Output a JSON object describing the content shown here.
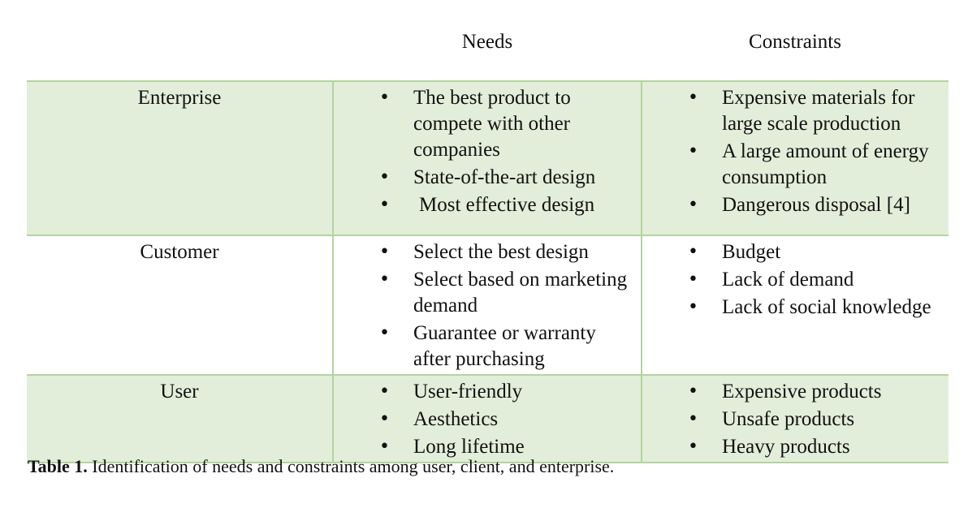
{
  "table": {
    "headers": {
      "needs": "Needs",
      "constraints": "Constraints"
    },
    "rows": [
      {
        "stakeholder": "Enterprise",
        "needs": [
          "The best product to compete with other companies",
          "State-of-the-art design",
          " Most effective design"
        ],
        "constraints": [
          "Expensive materials for large scale production",
          "A large amount of energy consumption",
          "Dangerous disposal [4]"
        ]
      },
      {
        "stakeholder": "Customer",
        "needs": [
          "Select the best design",
          "Select based on marketing demand",
          "Guarantee or warranty after purchasing"
        ],
        "constraints": [
          "Budget",
          "Lack of demand",
          "Lack of social knowledge"
        ]
      },
      {
        "stakeholder": "User",
        "needs": [
          "User-friendly",
          "Aesthetics",
          "Long lifetime"
        ],
        "constraints": [
          "Expensive products",
          "Unsafe products",
          "Heavy products"
        ]
      }
    ]
  },
  "caption": {
    "label": "Table 1.",
    "text": " Identification of needs and constraints among user, client, and enterprise."
  },
  "colors": {
    "shaded_row": "#e2eed9",
    "border": "#b5d3a0"
  }
}
